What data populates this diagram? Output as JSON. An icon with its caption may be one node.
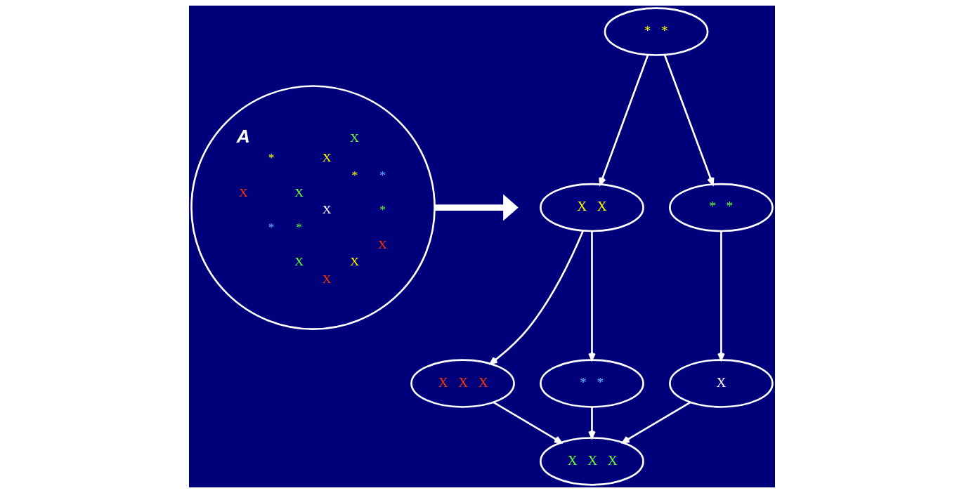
{
  "diagram": {
    "nodes": [
      {
        "text": [
          "A",
          "X",
          "X",
          "*",
          "*",
          "*",
          "X",
          "X",
          "X",
          "*",
          "*",
          "*",
          "X",
          "X",
          "X",
          "X"
        ]
      },
      {
        "text": [
          "* *"
        ]
      },
      {
        "text": [
          "X X"
        ]
      },
      {
        "text": [
          "* *"
        ]
      },
      {
        "text": [
          "X X X"
        ]
      },
      {
        "text": [
          "* *"
        ]
      },
      {
        "text": [
          "X"
        ]
      },
      {
        "text": [
          "X X X"
        ]
      }
    ],
    "edges": [
      {
        "from": 0,
        "to": null,
        "arrow": "to",
        "style": "thick"
      },
      {
        "from": 1,
        "to": 2,
        "arrow": "to"
      },
      {
        "from": 1,
        "to": 3,
        "arrow": "to"
      },
      {
        "from": 2,
        "to": 4,
        "arrow": "to"
      },
      {
        "from": 2,
        "to": 5,
        "arrow": "to"
      },
      {
        "from": 3,
        "to": 6,
        "arrow": "to"
      },
      {
        "from": 4,
        "to": 7,
        "arrow": "to"
      },
      {
        "from": 5,
        "to": 7,
        "arrow": "to"
      },
      {
        "from": 6,
        "to": 7,
        "arrow": "to"
      }
    ]
  }
}
